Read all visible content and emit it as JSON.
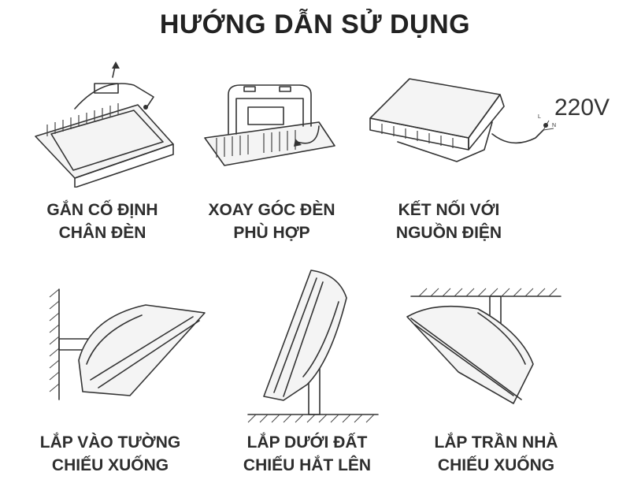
{
  "title": "HƯỚNG DẪN SỬ DỤNG",
  "voltage_label": "220V",
  "wire_labels": {
    "l": "L",
    "n": "N"
  },
  "steps": [
    {
      "line1": "GẮN CỐ ĐỊNH",
      "line2": "CHÂN ĐÈN",
      "icon": "mount-bracket-icon"
    },
    {
      "line1": "XOAY GÓC ĐÈN",
      "line2": "PHÙ HỢP",
      "icon": "rotate-angle-icon"
    },
    {
      "line1": "KẾT NỐI VỚI",
      "line2": "NGUỒN ĐIỆN",
      "icon": "power-connect-icon"
    }
  ],
  "installs": [
    {
      "line1": "LẮP VÀO TƯỜNG",
      "line2": "CHIẾU XUỐNG",
      "icon": "wall-mount-icon"
    },
    {
      "line1": "LẮP DƯỚI ĐẤT",
      "line2": "CHIẾU HẮT LÊN",
      "icon": "ground-mount-icon"
    },
    {
      "line1": "LẮP TRẦN NHÀ",
      "line2": "CHIẾU XUỐNG",
      "icon": "ceiling-mount-icon"
    }
  ]
}
